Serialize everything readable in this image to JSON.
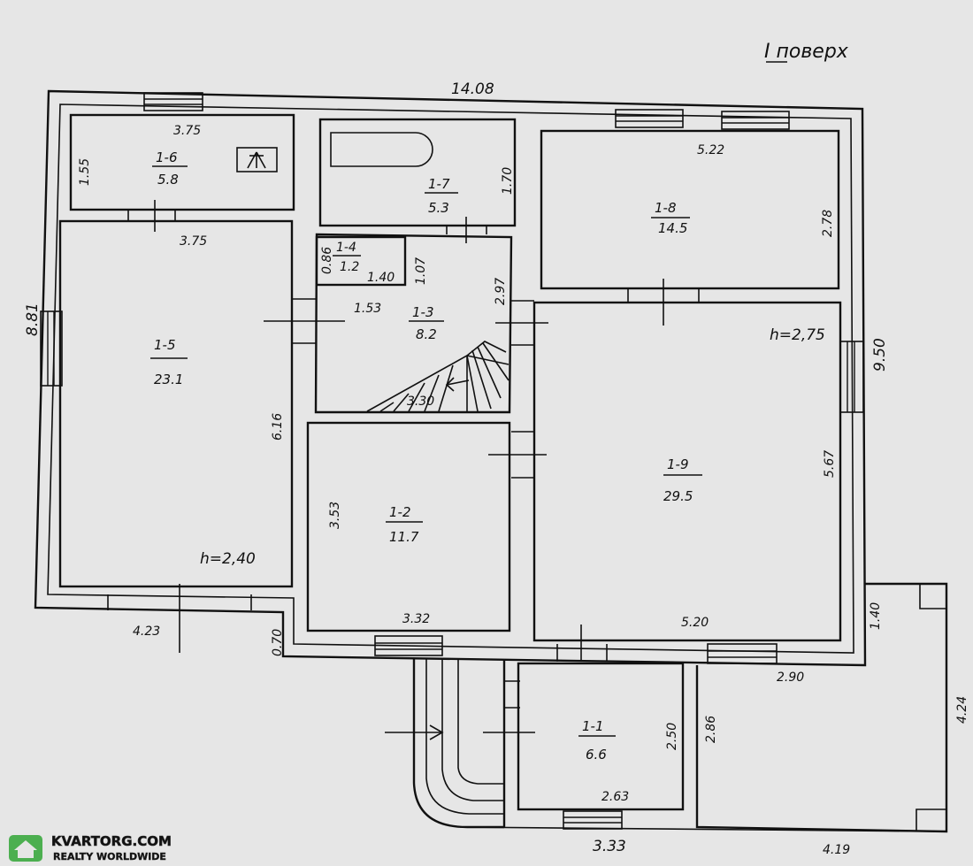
{
  "plan": {
    "floor_title": "I поверх",
    "overall": {
      "width_top": "14.08",
      "depth_left": "8.81",
      "depth_right": "9.50"
    },
    "rooms": [
      {
        "id": "1-1",
        "area": "6.6",
        "dims": [
          "2.63",
          "2.50"
        ]
      },
      {
        "id": "1-2",
        "area": "11.7",
        "dims": [
          "3.32",
          "3.53"
        ]
      },
      {
        "id": "1-3",
        "area": "8.2",
        "dims": [
          "2.97",
          "1.53",
          "3.30"
        ]
      },
      {
        "id": "1-4",
        "area": "1.2",
        "dims": [
          "0.86",
          "1.40",
          "1.07"
        ]
      },
      {
        "id": "1-5",
        "area": "23.1",
        "dims": [
          "3.75",
          "6.16"
        ]
      },
      {
        "id": "1-6",
        "area": "5.8",
        "dims": [
          "3.75",
          "1.55"
        ]
      },
      {
        "id": "1-7",
        "area": "5.3",
        "dims": [
          "1.70"
        ]
      },
      {
        "id": "1-8",
        "area": "14.5",
        "dims": [
          "5.22",
          "2.78"
        ]
      },
      {
        "id": "1-9",
        "area": "29.5",
        "dims": [
          "5.20",
          "5.67"
        ]
      }
    ],
    "heights": [
      "h=2,40",
      "h=2,75"
    ],
    "other_dims": [
      "4.23",
      "0.70",
      "1.40",
      "2.90",
      "4.24",
      "2.86",
      "3.33",
      "4.19"
    ]
  },
  "watermark": {
    "brand": "KVARTORG.COM",
    "tagline": "REALTY WORLDWIDE",
    "color": "#4caf50"
  }
}
